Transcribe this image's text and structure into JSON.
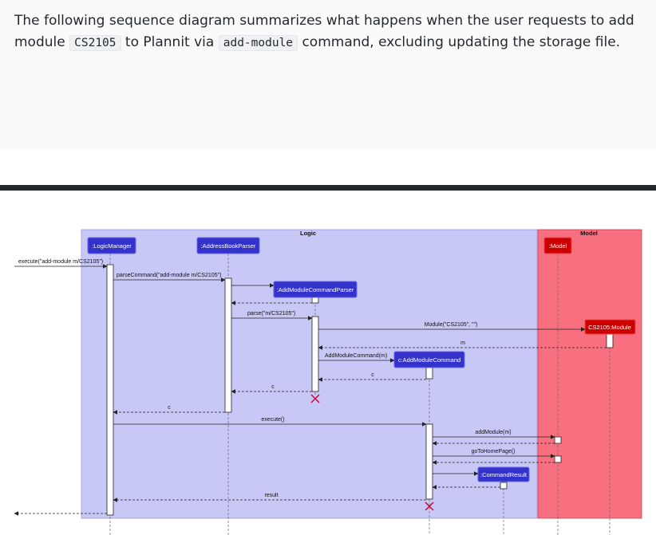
{
  "intro": {
    "text_1": "The following sequence diagram summarizes what happens when the user requests to add module",
    "code_1": "CS2105",
    "text_2": "to Plannit via",
    "code_2": "add-module",
    "text_3": "command, excluding updating the storage file."
  },
  "diagram": {
    "groups": {
      "logic": "Logic",
      "model": "Model"
    },
    "participants": {
      "logic_manager": ":LogicManager",
      "address_book_parser": ":AddressBookParser",
      "add_module_command_parser": ":AddModuleCommandParser",
      "add_module_command": "c:AddModuleCommand",
      "model": ":Model",
      "cs2105_module": "CS2105:Module",
      "command_result": ":CommandResult"
    },
    "messages": {
      "execute_call": "execute(\"add-module m/CS2105\")",
      "parse_command": "parseCommand(\"add-module m/CS2105\")",
      "parse": "parse(\"m/CS2105\")",
      "module_ctor": "Module(\"CS2105\", \"\")",
      "return_m": "m",
      "add_module_command_ctor": "AddModuleCommand(m)",
      "return_c_1": "c",
      "return_c_2": "c",
      "return_c_3": "c",
      "execute": "execute()",
      "add_module": "addModule(m)",
      "go_to_home_page": "goToHomePage()",
      "result": "result"
    },
    "colors": {
      "logic_box": "#c8c8f7",
      "model_box": "#f86f7f",
      "participant_fill": "#3333cc",
      "module_fill": "#cc0000",
      "destroy_mark": "#cc0033"
    }
  }
}
